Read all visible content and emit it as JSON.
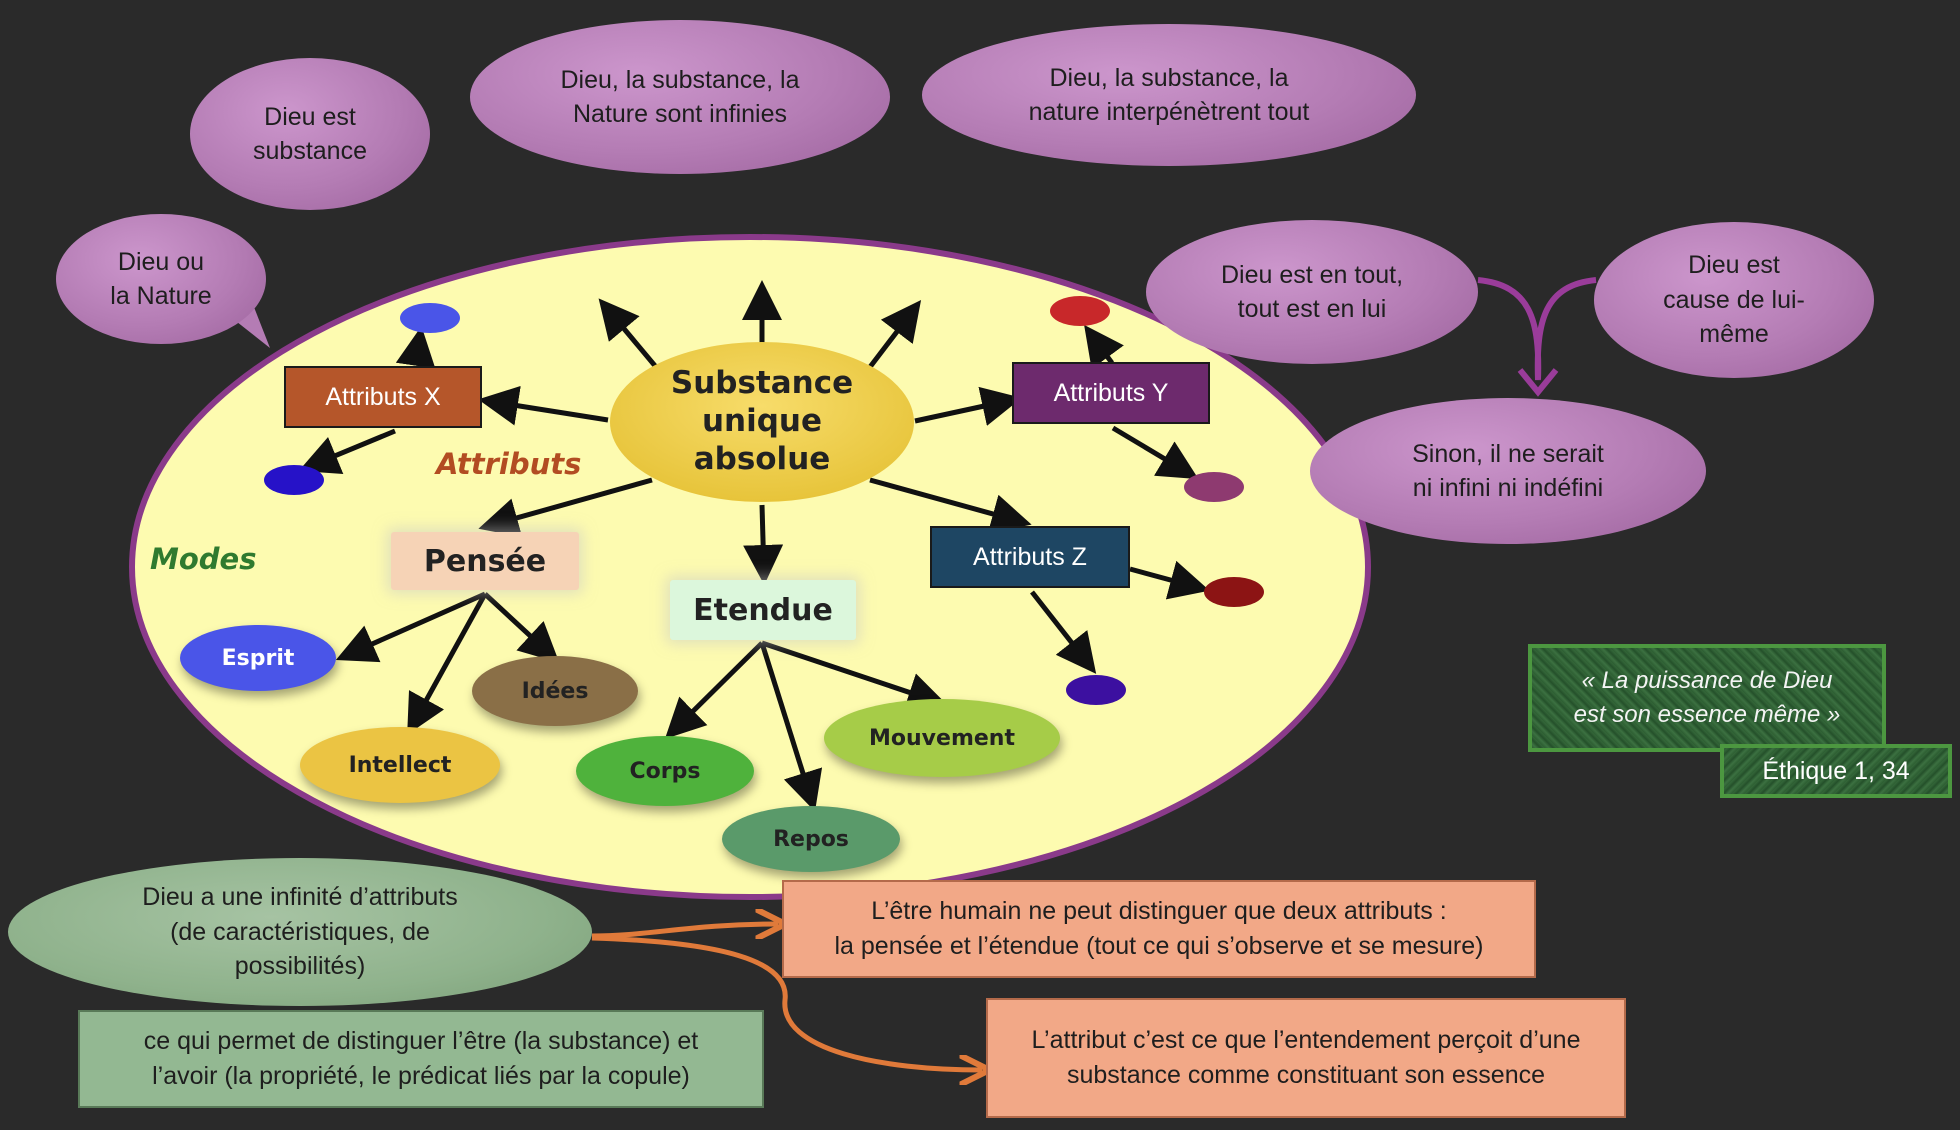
{
  "center": {
    "line1": "Substance",
    "line2": "unique",
    "line3": "absolue"
  },
  "labels": {
    "attributs": "Attributs",
    "modes": "Modes"
  },
  "attributes": {
    "x": "Attributs X",
    "y": "Attributs Y",
    "z": "Attributs Z"
  },
  "modes": {
    "pensee": "Pensée",
    "etendue": "Etendue",
    "esprit": "Esprit",
    "idees": "Idées",
    "intellect": "Intellect",
    "corps": "Corps",
    "mouvement": "Mouvement",
    "repos": "Repos"
  },
  "bubbles": {
    "dieu_substance": [
      "Dieu est",
      "substance"
    ],
    "infinies": [
      "Dieu, la substance, la",
      "Nature sont infinies"
    ],
    "interpenetrent": [
      "Dieu, la substance, la",
      "nature interpénètrent tout"
    ],
    "dieu_nature": [
      "Dieu ou",
      "la Nature"
    ],
    "en_tout": [
      "Dieu est en tout,",
      "tout est en lui"
    ],
    "cause": [
      "Dieu est",
      "cause de lui-",
      "même"
    ],
    "sinon": [
      "Sinon, il ne serait",
      "ni infini ni indéfini"
    ],
    "infinite_attributs": [
      "Dieu a une infinité d’attributs",
      "(de caractéristiques,  de",
      "possibilités)"
    ]
  },
  "boxes": {
    "copule": [
      "ce qui permet de distinguer l’être (la substance) et",
      "l’avoir (la propriété, le prédicat liés par la copule)"
    ],
    "deux_attributs": [
      "L’être humain ne peut distinguer que deux attributs :",
      "la pensée et l’étendue (tout ce qui s’observe et se mesure)"
    ],
    "entendement": [
      "L’attribut c’est ce que l’entendement perçoit d’une",
      "substance comme constituant son essence"
    ]
  },
  "quote": {
    "line1": "« La puissance de Dieu",
    "line2": "est son essence même »",
    "reference": "Éthique 1,  34"
  },
  "colors": {
    "background": "#2a2a2a",
    "ellipse_fill": "#fdfbb0",
    "ellipse_border": "#8a3a8a",
    "bubble": "#b47cb4",
    "attr_x": "#b5562a",
    "attr_y": "#6d2a6d",
    "attr_z": "#1e4663",
    "orange_connector": "#e07a3a",
    "purple_connector": "#9a3c9a"
  }
}
